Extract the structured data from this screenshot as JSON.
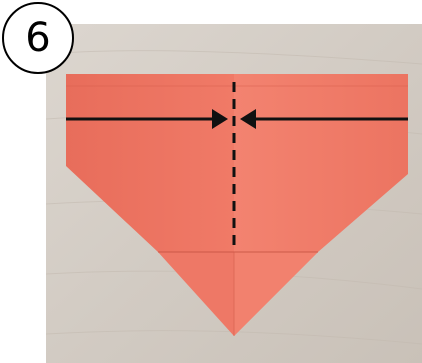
{
  "step": {
    "number": "6"
  },
  "photo": {
    "subject": "origami-paper-folding-step",
    "colors": {
      "background_wood": "#d6cfc7",
      "paper": "#ef7764",
      "paper_shadow": "#d9604f",
      "paper_highlight": "#f58a78",
      "guide_lines": "#111111"
    },
    "icons": [
      "right-arrow-icon",
      "left-arrow-icon",
      "dashed-fold-line"
    ]
  }
}
